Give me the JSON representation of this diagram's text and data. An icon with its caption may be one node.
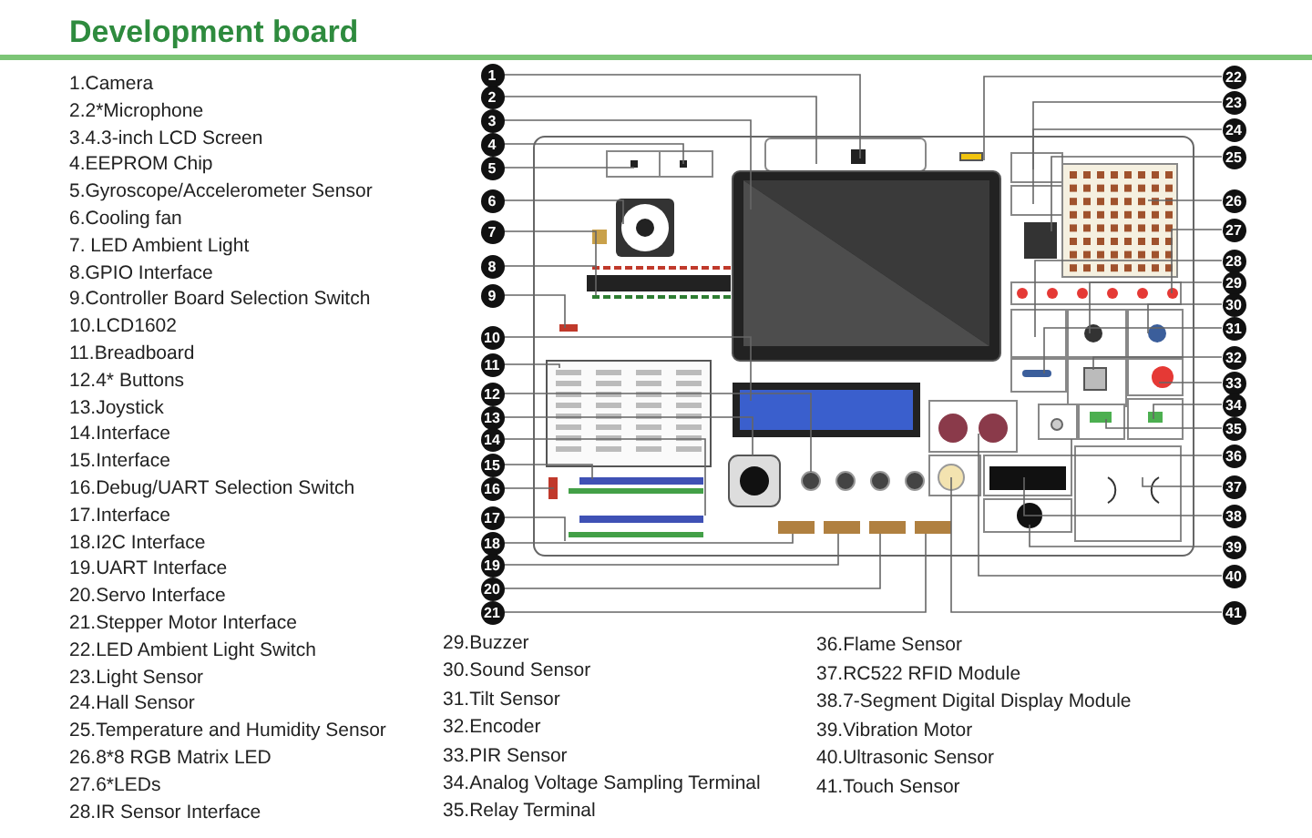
{
  "diagram": {
    "title": "Development board",
    "nodes": [
      {
        "text": [
          "1"
        ]
      },
      {
        "text": [
          "2"
        ]
      },
      {
        "text": [
          "3"
        ]
      },
      {
        "text": [
          "4"
        ]
      },
      {
        "text": [
          "5"
        ]
      },
      {
        "text": [
          "6"
        ]
      },
      {
        "text": [
          "7"
        ]
      },
      {
        "text": [
          "8"
        ]
      },
      {
        "text": [
          "9"
        ]
      },
      {
        "text": [
          "10"
        ]
      },
      {
        "text": [
          "11"
        ]
      },
      {
        "text": [
          "12"
        ]
      },
      {
        "text": [
          "13"
        ]
      },
      {
        "text": [
          "14"
        ]
      },
      {
        "text": [
          "15"
        ]
      },
      {
        "text": [
          "16"
        ]
      },
      {
        "text": [
          "17"
        ]
      },
      {
        "text": [
          "18"
        ]
      },
      {
        "text": [
          "19"
        ]
      },
      {
        "text": [
          "20"
        ]
      },
      {
        "text": [
          "21"
        ]
      },
      {
        "text": [
          "22"
        ]
      },
      {
        "text": [
          "23"
        ]
      },
      {
        "text": [
          "24"
        ]
      },
      {
        "text": [
          "25"
        ]
      },
      {
        "text": [
          "26"
        ]
      },
      {
        "text": [
          "27"
        ]
      },
      {
        "text": [
          "28"
        ]
      },
      {
        "text": [
          "29"
        ]
      },
      {
        "text": [
          "30"
        ]
      },
      {
        "text": [
          "31"
        ]
      },
      {
        "text": [
          "32"
        ]
      },
      {
        "text": [
          "33"
        ]
      },
      {
        "text": [
          "34"
        ]
      },
      {
        "text": [
          "35"
        ]
      },
      {
        "text": [
          "36"
        ]
      },
      {
        "text": [
          "37"
        ]
      },
      {
        "text": [
          "38"
        ]
      },
      {
        "text": [
          "39"
        ]
      },
      {
        "text": [
          "40"
        ]
      },
      {
        "text": [
          "41"
        ]
      }
    ],
    "edges": [
      {
        "from": 0,
        "to": null,
        "arrow": "none"
      },
      {
        "from": 1,
        "to": null,
        "arrow": "none"
      },
      {
        "from": 2,
        "to": null,
        "arrow": "none"
      },
      {
        "from": 3,
        "to": null,
        "arrow": "none"
      },
      {
        "from": 4,
        "to": null,
        "arrow": "none"
      },
      {
        "from": 5,
        "to": null,
        "arrow": "none"
      },
      {
        "from": 6,
        "to": null,
        "arrow": "none"
      },
      {
        "from": 7,
        "to": null,
        "arrow": "none"
      },
      {
        "from": 8,
        "to": null,
        "arrow": "none"
      },
      {
        "from": 9,
        "to": null,
        "arrow": "none"
      },
      {
        "from": 10,
        "to": null,
        "arrow": "none"
      },
      {
        "from": 11,
        "to": null,
        "arrow": "none"
      },
      {
        "from": 12,
        "to": null,
        "arrow": "none"
      },
      {
        "from": 13,
        "to": null,
        "arrow": "none"
      },
      {
        "from": 14,
        "to": null,
        "arrow": "none"
      },
      {
        "from": 15,
        "to": null,
        "arrow": "none"
      },
      {
        "from": 16,
        "to": null,
        "arrow": "none"
      },
      {
        "from": 17,
        "to": null,
        "arrow": "none"
      },
      {
        "from": 18,
        "to": null,
        "arrow": "none"
      },
      {
        "from": 19,
        "to": null,
        "arrow": "none"
      },
      {
        "from": 20,
        "to": null,
        "arrow": "none"
      },
      {
        "from": 21,
        "to": null,
        "arrow": "none"
      },
      {
        "from": 22,
        "to": null,
        "arrow": "none"
      },
      {
        "from": 23,
        "to": null,
        "arrow": "none"
      },
      {
        "from": 24,
        "to": null,
        "arrow": "none"
      },
      {
        "from": 25,
        "to": null,
        "arrow": "none"
      },
      {
        "from": 26,
        "to": null,
        "arrow": "none"
      },
      {
        "from": 27,
        "to": null,
        "arrow": "none"
      },
      {
        "from": 28,
        "to": null,
        "arrow": "none"
      },
      {
        "from": 29,
        "to": null,
        "arrow": "none"
      },
      {
        "from": 30,
        "to": null,
        "arrow": "none"
      },
      {
        "from": 31,
        "to": null,
        "arrow": "none"
      },
      {
        "from": 32,
        "to": null,
        "arrow": "none"
      },
      {
        "from": 33,
        "to": null,
        "arrow": "none"
      },
      {
        "from": 34,
        "to": null,
        "arrow": "none"
      },
      {
        "from": 35,
        "to": null,
        "arrow": "none"
      },
      {
        "from": 36,
        "to": null,
        "arrow": "none"
      },
      {
        "from": 37,
        "to": null,
        "arrow": "none"
      },
      {
        "from": 38,
        "to": null,
        "arrow": "none"
      },
      {
        "from": 39,
        "to": null,
        "arrow": "none"
      },
      {
        "from": 40,
        "to": null,
        "arrow": "none"
      }
    ],
    "labels": [
      "1.Camera",
      "2.2*Microphone",
      "3.4.3-inch LCD Screen",
      "4.EEPROM Chip",
      "5.Gyroscope/Accelerometer Sensor",
      "6.Cooling fan",
      "7. LED Ambient Light",
      "8.GPIO Interface",
      "9.Controller Board Selection Switch",
      "10.LCD1602",
      "11.Breadboard",
      "12.4* Buttons",
      "13.Joystick",
      "14.Interface",
      "15.Interface",
      "16.Debug/UART Selection Switch",
      "17.Interface",
      "18.I2C Interface",
      "19.UART Interface",
      "20.Servo Interface",
      "21.Stepper Motor Interface",
      "22.LED Ambient Light Switch",
      "23.Light Sensor",
      "24.Hall Sensor",
      "25.Temperature and Humidity Sensor",
      "26.8*8 RGB Matrix LED",
      "27.6*LEDs",
      "28.IR Sensor Interface",
      "29.Buzzer",
      "30.Sound Sensor",
      "31.Tilt Sensor",
      "32.Encoder",
      "33.PIR Sensor",
      "34.Analog Voltage Sampling Terminal",
      "35.Relay Terminal",
      "36.Flame Sensor",
      "37.RC522 RFID Module",
      "38.7-Segment Digital Display Module",
      "39.Vibration Motor",
      "40.Ultrasonic Sensor",
      "41.Touch Sensor"
    ]
  }
}
